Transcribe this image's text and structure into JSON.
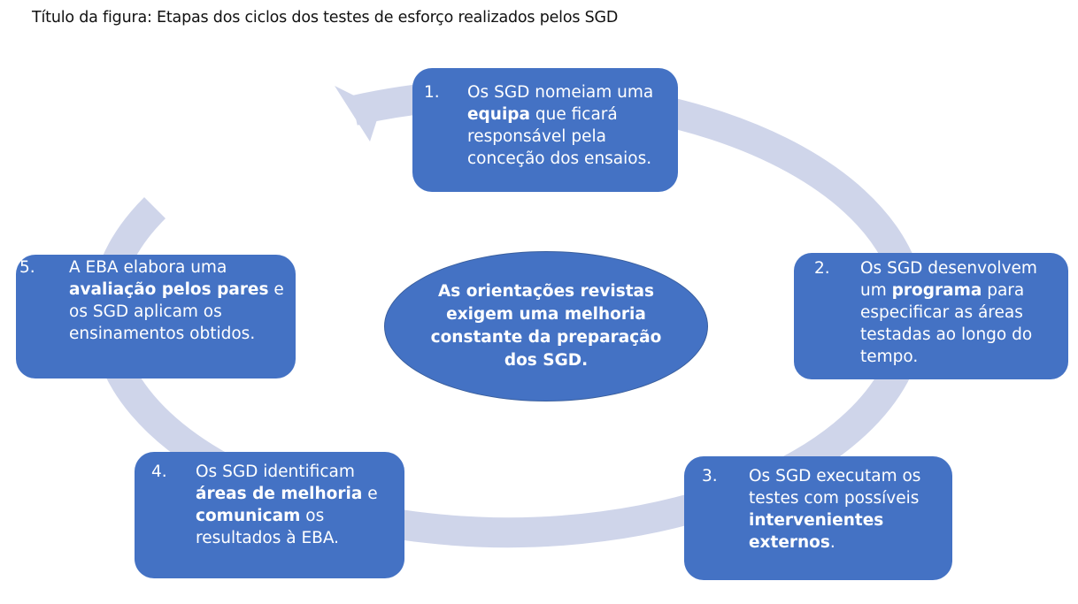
{
  "title": "Título da figura: Etapas dos ciclos dos testes de esforço realizados pelos SGD",
  "colors": {
    "box": "#4472c4",
    "ring": "#cfd5ea",
    "text": "#ffffff"
  },
  "center": {
    "text": "As orientações revistas exigem uma melhoria constante da preparação dos SGD."
  },
  "steps": [
    {
      "num": "1.",
      "parts": [
        [
          "Os SGD nomeiam uma ",
          false
        ],
        [
          "equipa",
          true
        ],
        [
          " que ficará responsável pela conceção dos ensaios.",
          false
        ]
      ]
    },
    {
      "num": "2.",
      "parts": [
        [
          "Os SGD desenvolvem um ",
          false
        ],
        [
          "programa",
          true
        ],
        [
          " para especificar as áreas testadas ao longo do tempo.",
          false
        ]
      ]
    },
    {
      "num": "3.",
      "parts": [
        [
          "Os SGD executam os testes com possíveis ",
          false
        ],
        [
          "intervenientes externos",
          true
        ],
        [
          ".",
          false
        ]
      ]
    },
    {
      "num": "4.",
      "parts": [
        [
          "Os SGD identificam ",
          false
        ],
        [
          "áreas de melhoria",
          true
        ],
        [
          " e ",
          false
        ],
        [
          "comunicam",
          true
        ],
        [
          " os resultados à EBA.",
          false
        ]
      ]
    },
    {
      "num": "5.",
      "parts": [
        [
          "A EBA elabora uma ",
          false
        ],
        [
          "avaliação pelos pares",
          true
        ],
        [
          " e os SGD aplicam os ensinamentos obtidos.",
          false
        ]
      ]
    }
  ]
}
